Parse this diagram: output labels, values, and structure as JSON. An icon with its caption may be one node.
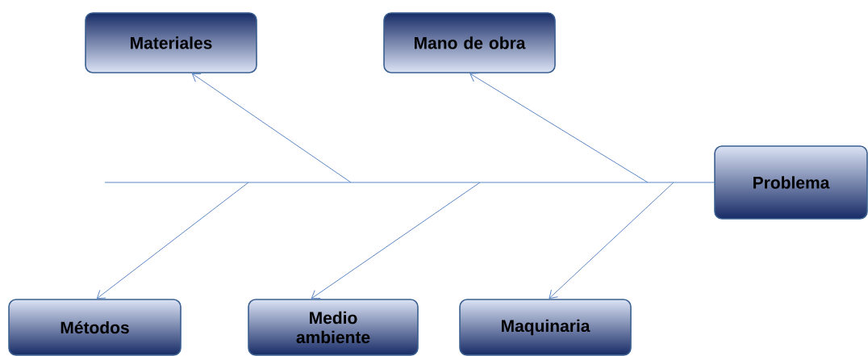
{
  "diagram": {
    "nodes": [
      {
        "text": [
          "Materiales"
        ]
      },
      {
        "text": [
          "Mano de obra"
        ]
      },
      {
        "text": [
          "Problema"
        ]
      },
      {
        "text": [
          "Métodos"
        ]
      },
      {
        "text": [
          "Medio ambiente"
        ]
      },
      {
        "text": [
          "Maquinaria"
        ]
      }
    ],
    "edges": [
      {
        "from": null,
        "to": 2,
        "arrow": "none"
      },
      {
        "from": null,
        "to": 0,
        "arrow": "to"
      },
      {
        "from": null,
        "to": 1,
        "arrow": "to"
      },
      {
        "from": null,
        "to": 3,
        "arrow": "to"
      },
      {
        "from": null,
        "to": 4,
        "arrow": "to"
      },
      {
        "from": null,
        "to": 5,
        "arrow": "to"
      }
    ]
  }
}
